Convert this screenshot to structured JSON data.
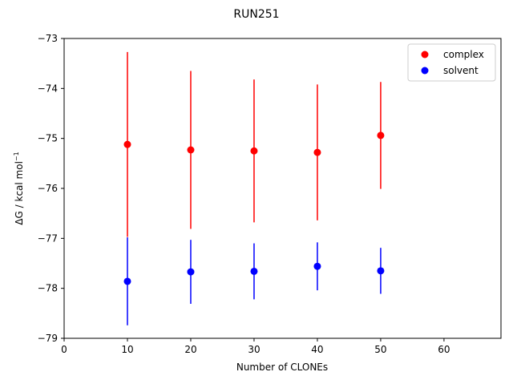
{
  "chart_data": {
    "type": "scatter",
    "title": "RUN251",
    "xlabel": "Number of CLONEs",
    "ylabel_main": "ΔG / kcal mol",
    "ylabel_sup": "−1",
    "xlim": [
      0,
      69
    ],
    "ylim": [
      -79,
      -73
    ],
    "xticks": [
      0,
      10,
      20,
      30,
      40,
      50,
      60
    ],
    "yticks": [
      -73,
      -74,
      -75,
      -76,
      -77,
      -78,
      -79
    ],
    "xtick_labels": [
      "0",
      "10",
      "20",
      "30",
      "40",
      "50",
      "60"
    ],
    "ytick_labels": [
      "−73",
      "−74",
      "−75",
      "−76",
      "−77",
      "−78",
      "−79"
    ],
    "legend_position": "top-right",
    "series": [
      {
        "name": "complex",
        "color": "#ff0000",
        "x": [
          10,
          20,
          30,
          40,
          50
        ],
        "y": [
          -75.12,
          -75.23,
          -75.25,
          -75.28,
          -74.94
        ],
        "err": [
          1.85,
          1.58,
          1.43,
          1.36,
          1.07
        ]
      },
      {
        "name": "solvent",
        "color": "#0000ff",
        "x": [
          10,
          20,
          30,
          40,
          50
        ],
        "y": [
          -77.86,
          -77.67,
          -77.66,
          -77.56,
          -77.65
        ],
        "err": [
          0.88,
          0.64,
          0.56,
          0.48,
          0.46
        ]
      }
    ]
  }
}
